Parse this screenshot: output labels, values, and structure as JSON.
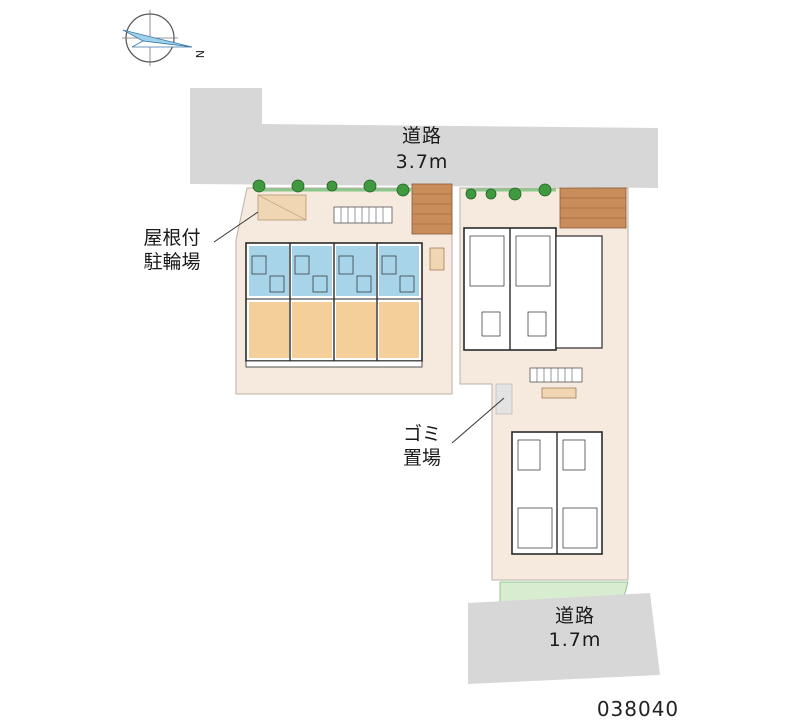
{
  "map": {
    "road_top": {
      "name": "道路",
      "width": "3.7m"
    },
    "road_bottom": {
      "name": "道路",
      "width": "1.7m"
    },
    "bicycle_parking": {
      "line1": "屋根付",
      "line2": "駐輪場"
    },
    "garbage_area": {
      "line1": "ゴミ",
      "line2": "置場"
    },
    "property_code": "038040",
    "compass": {
      "direction_label": "N"
    }
  },
  "colors": {
    "road": "#d7d7d7",
    "lot": "#f6eadf",
    "lot_edge": "#b9b0a6",
    "bath_blue": "#a8d4ea",
    "room_tan": "#f4cf9a",
    "brick": "#c98d5c",
    "tree": "#3f9a3f",
    "grass": "#d8ecd0",
    "wall": "#2a2a2a"
  }
}
